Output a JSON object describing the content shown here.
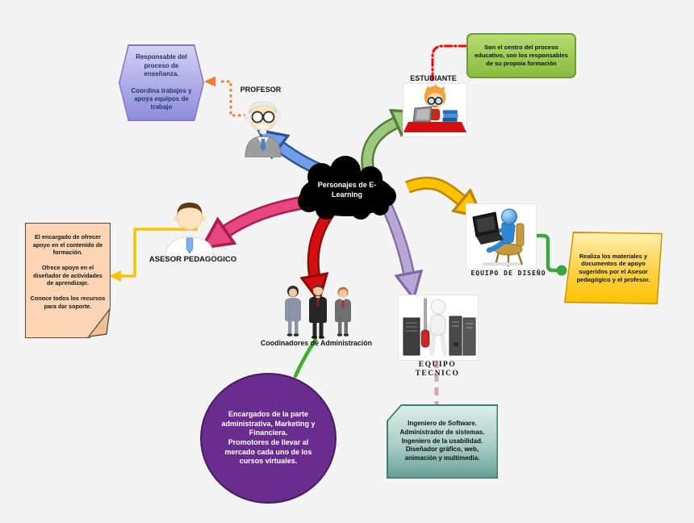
{
  "diagram": {
    "center_label": "Personajes de E-Learning",
    "profesor": {
      "label": "PROFESOR",
      "note": "Responsable del proceso de enseñanza.\n\nCoordina trabajos y apoya equipos de trabajo"
    },
    "estudiante": {
      "label": "ESTUDIANTE",
      "note": "Son el centro del proceso educativo, son los responsables de su propoia formación"
    },
    "equipo_diseno": {
      "label": "EQUIPO DE DISEÑO",
      "note": "Realiza los materiales y documentos de apoyo sugeridos por el Asesor pedagógico y el profesor."
    },
    "asesor_pedagogico": {
      "label": "ASESOR PEDAGOGICO",
      "note": "El encargado de ofrecer apoyo en el contenido de formación.\n\nOfrece apoyo en el diseñador de actividades de aprendizaje.\n\nConoce todos los recursos para dar soporte."
    },
    "coordinadores": {
      "label": "Coodinadores de Administración",
      "note": "Encargados de la parte administrativa, Marketing y Financiera.\nPromotores de llevar al mercado cada uno de los cursos virtuales."
    },
    "equipo_tecnico": {
      "label": "EQUIPO TECNICO",
      "note": "Ingeniero de Software.\nAdministrador de sistemas.\nIngeniero de la usabilidad.\nDiseñador gráfico, web,\nanimación y multimedia."
    }
  },
  "colors": {
    "background": "#f4f4f4",
    "cloud_fill": "#000000",
    "cloud_text": "#ffffff",
    "arrow_profesor": "#6f9fe8",
    "arrow_estudiante": "#9cc87f",
    "arrow_equipo_diseno": "#ffc000",
    "arrow_asesor": "#e8477e",
    "arrow_coordinadores": "#d40f0f",
    "arrow_equipo_tecnico": "#b7a6d6",
    "note_profesor": "#a29ee0",
    "note_estudiante": "#9bcb53",
    "note_equipo_diseno": "#fdc500",
    "note_asesor": "#fcd5b4",
    "note_coordinadores": "#6a2c8f",
    "note_equipo_tecnico": "#8fbcb3",
    "connector_profesor": "#ed7d31",
    "connector_estudiante": "#ff0000",
    "connector_equipo_diseno": "#3fa33f",
    "connector_asesor": "#ffc000",
    "connector_coordinadores": "#3fae2a",
    "connector_equipo_tecnico": "#d5a6bd"
  }
}
